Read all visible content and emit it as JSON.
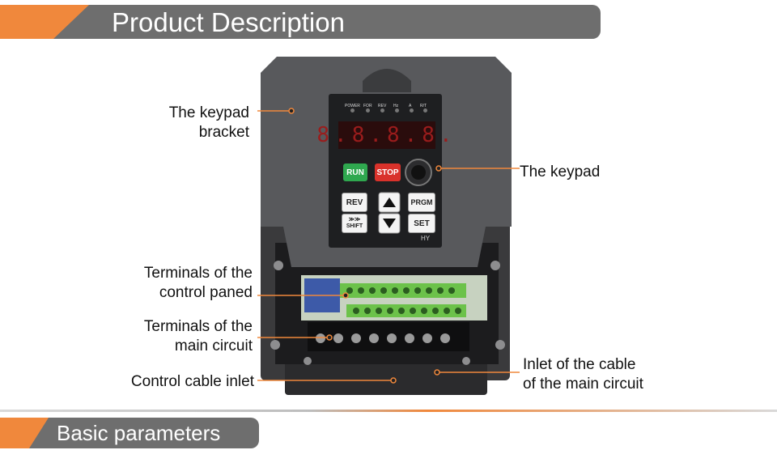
{
  "header": {
    "title": "Product Description"
  },
  "footer": {
    "title": "Basic parameters"
  },
  "labels": {
    "keypad_bracket": "The keypad\nbracket",
    "keypad": "The keypad",
    "control_terminals": "Terminals of the\ncontrol paned",
    "main_terminals": "Terminals of the\nmain circuit",
    "control_inlet": "Control cable inlet",
    "main_inlet": "Inlet of the cable\nof the main circuit"
  },
  "keypad": {
    "leds": [
      "POWER",
      "FOR",
      "REV",
      "Hz",
      "A",
      "R/T"
    ],
    "display": "8.8.8.8.",
    "run": "RUN",
    "stop": "STOP",
    "rev": "REV",
    "prgm": "PRGM",
    "shift_arrows": "≫≫",
    "shift": "SHIFT",
    "set": "SET",
    "brand": "HY"
  },
  "colors": {
    "accent": "#f0883c",
    "banner": "#6e6e6e"
  }
}
